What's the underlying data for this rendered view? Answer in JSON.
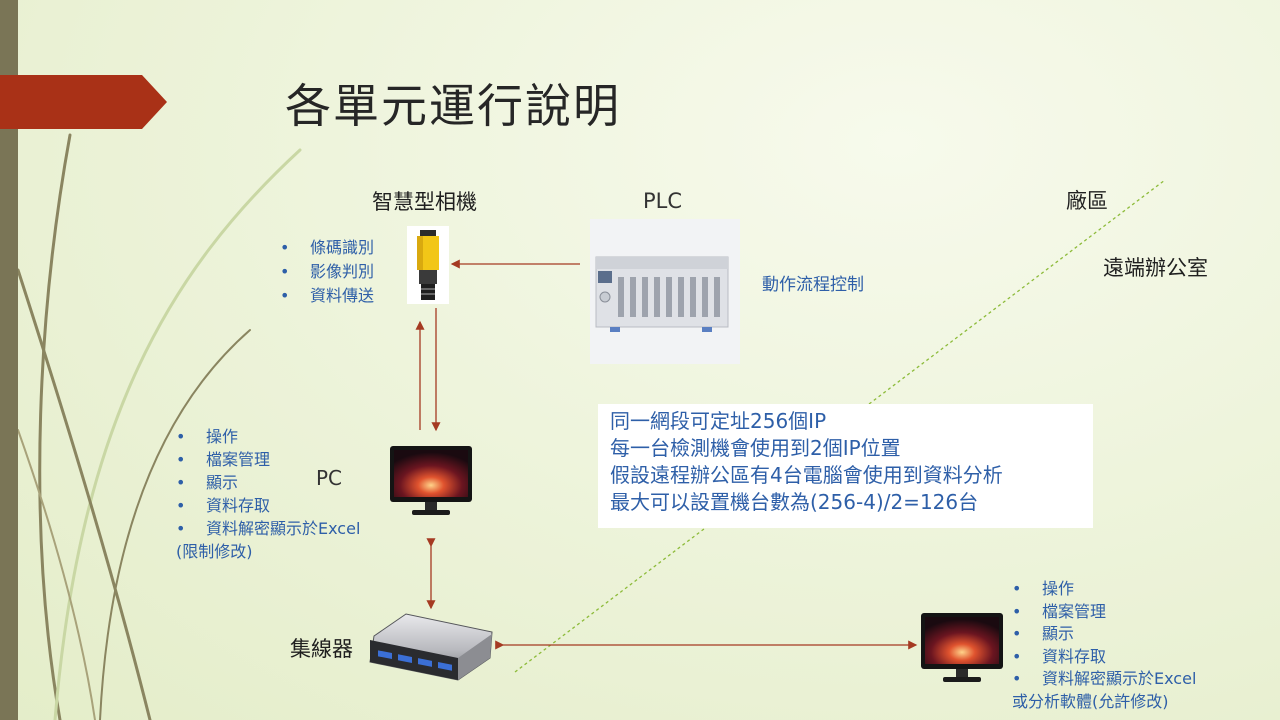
{
  "slide": {
    "title": "各單元運行說明"
  },
  "nodes": {
    "camera": {
      "label": "智慧型相機",
      "bullets": [
        "條碼識別",
        "影像判別",
        "資料傳送"
      ]
    },
    "plc": {
      "label": "PLC",
      "note": "動作流程控制"
    },
    "pc": {
      "label": "PC",
      "bullets": [
        "操作",
        "檔案管理",
        "顯示",
        "資料存取",
        "資料解密顯示於Excel"
      ],
      "bullet_continuation": "(限制修改)"
    },
    "hub": {
      "label": "集線器"
    },
    "remote_pc": {
      "bullets": [
        "操作",
        "檔案管理",
        "顯示",
        "資料存取",
        "資料解密顯示於Excel"
      ],
      "bullet_continuation": "或分析軟體(允許修改)"
    }
  },
  "zones": {
    "factory": "廠區",
    "remote_office": "遠端辦公室"
  },
  "info_box": {
    "lines": [
      "同一網段可定址256個IP",
      "每一台檢測機會使用到2個IP位置",
      "假設遠程辦公區有4台電腦會使用到資料分析",
      "最大可以設置機台數為(256-4)/2=126台"
    ]
  },
  "colors": {
    "accent_tab": "#a93117",
    "left_bar": "#7a7556",
    "text_blue": "#2e5fa8",
    "arrow": "#a53a22",
    "divider_dotted": "#8dbb3a"
  }
}
